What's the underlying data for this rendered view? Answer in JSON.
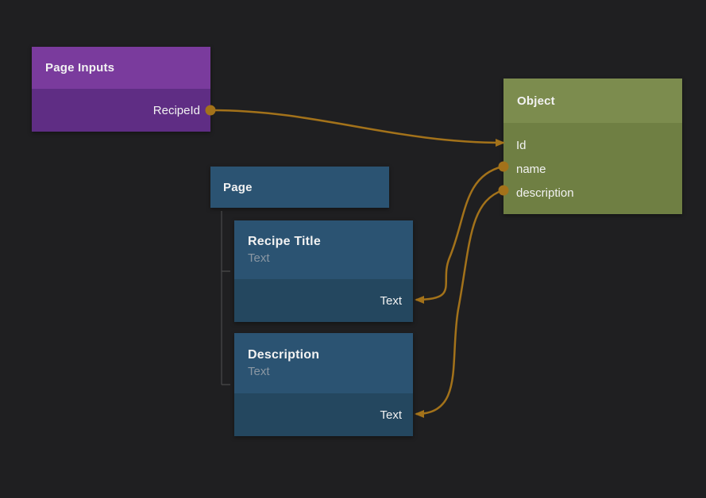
{
  "canvas": {
    "colors": {
      "background": "#1f1f21",
      "purple_header": "#7a3b9d",
      "purple_body": "#5f2d84",
      "green_header": "#7c8c4e",
      "green_body": "#6f7f43",
      "blue_header": "#2b5372",
      "blue_body": "#24475f",
      "wire": "#a3721a",
      "tree_connector": "#4a4a4b",
      "text_primary": "#f2f2f2",
      "text_muted": "#8a97a3"
    }
  },
  "nodes": {
    "page_inputs": {
      "title": "Page Inputs",
      "output_port": "RecipeId"
    },
    "object": {
      "title": "Object",
      "fields": [
        {
          "label": "Id"
        },
        {
          "label": "name"
        },
        {
          "label": "description"
        }
      ]
    },
    "page": {
      "title": "Page"
    },
    "recipe_title": {
      "title": "Recipe Title",
      "subtitle": "Text",
      "input_port": "Text"
    },
    "description": {
      "title": "Description",
      "subtitle": "Text",
      "input_port": "Text"
    }
  },
  "edges": [
    {
      "from": "Page Inputs.RecipeId",
      "to": "Object.Id"
    },
    {
      "from": "Object.name",
      "to": "Recipe Title.Text"
    },
    {
      "from": "Object.description",
      "to": "Description.Text"
    }
  ]
}
